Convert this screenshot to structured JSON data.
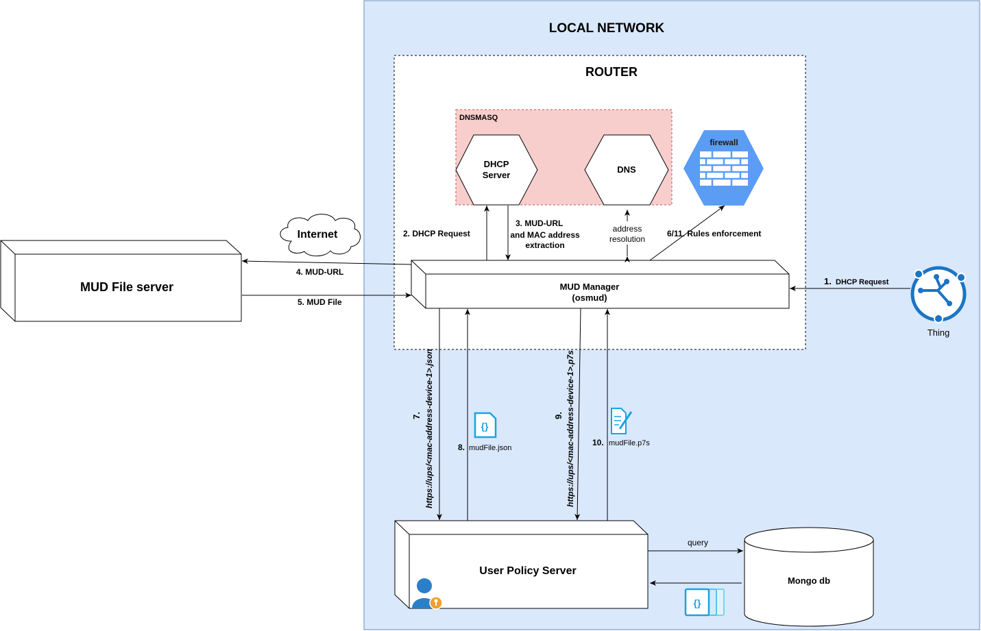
{
  "local_network": {
    "title": "LOCAL NETWORK"
  },
  "router": {
    "title": "ROUTER"
  },
  "dnsmasq": {
    "title": "DNSMASQ"
  },
  "dhcp_server": {
    "line1": "DHCP",
    "line2": "Server"
  },
  "dns": {
    "label": "DNS"
  },
  "firewall": {
    "label": "firewall"
  },
  "internet": {
    "label": "Internet"
  },
  "mud_file_server": {
    "label": "MUD File server"
  },
  "mud_manager": {
    "line1": "MUD Manager",
    "line2": "(osmud)"
  },
  "thing": {
    "label": "Thing"
  },
  "user_policy_server": {
    "label": "User Policy Server"
  },
  "mongo": {
    "label": "Mongo db"
  },
  "edges": {
    "e1_num": "1.",
    "e1_text": "DHCP Request",
    "e2": "2. DHCP Request",
    "e3_line1": "3.  MUD-URL",
    "e3_line2": "and MAC address",
    "e3_line3": "extraction",
    "addr_line1": "address",
    "addr_line2": "resolution",
    "e4": "4. MUD-URL",
    "e5": "5. MUD File",
    "e6": "6/11. Rules enforcement",
    "e7_num": "7.",
    "e7_url": "https://ups/<mac-address-device-1>.json",
    "e8_num": "8.",
    "e8_file": "mudFile.json",
    "e9_num": "9.",
    "e9_url": "https://ups/<mac-address-device-1>.p7s",
    "e10_num": "10.",
    "e10_file": "mudFile.p7s",
    "query": "query"
  }
}
